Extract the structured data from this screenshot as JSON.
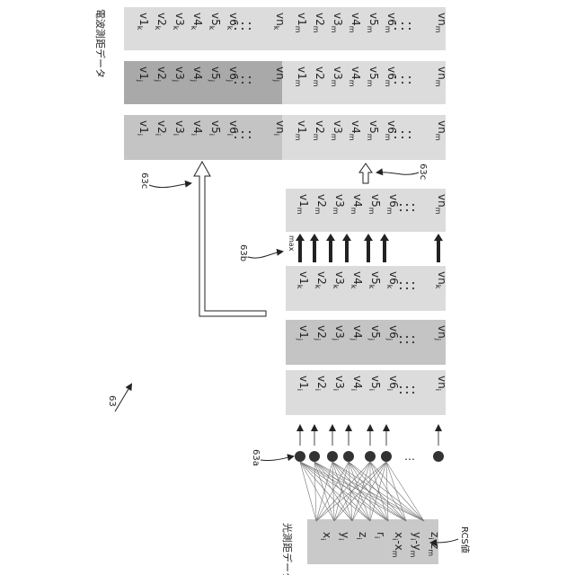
{
  "title_label": "63",
  "radio_data_label": "電波測距データ",
  "optical_data_label": "光測距データ",
  "rcs_label": "RCS値",
  "callouts": {
    "a": "63a",
    "b": "63b",
    "c": "63c"
  },
  "max_label": "max",
  "input_rows": [
    "x",
    "y",
    "z",
    "r",
    "x-x",
    "y-y",
    "z-z"
  ],
  "input_subs": [
    [
      "i"
    ],
    [
      "i"
    ],
    [
      "i"
    ],
    [
      "i"
    ],
    [
      "i",
      "m"
    ],
    [
      "i",
      "m"
    ],
    [
      "i",
      "m"
    ]
  ],
  "ellipsis": "…",
  "vector_prefixes": [
    "v1",
    "v2",
    "v3",
    "v4",
    "v5",
    "v6",
    "vn"
  ],
  "vectors": {
    "i": "i",
    "j": "j",
    "k": "k",
    "m": "m"
  },
  "colors": {
    "light": "#dcdcdc",
    "medium": "#c4c4c4",
    "dark": "#a9a9a9",
    "input": "#c9c9c9"
  }
}
